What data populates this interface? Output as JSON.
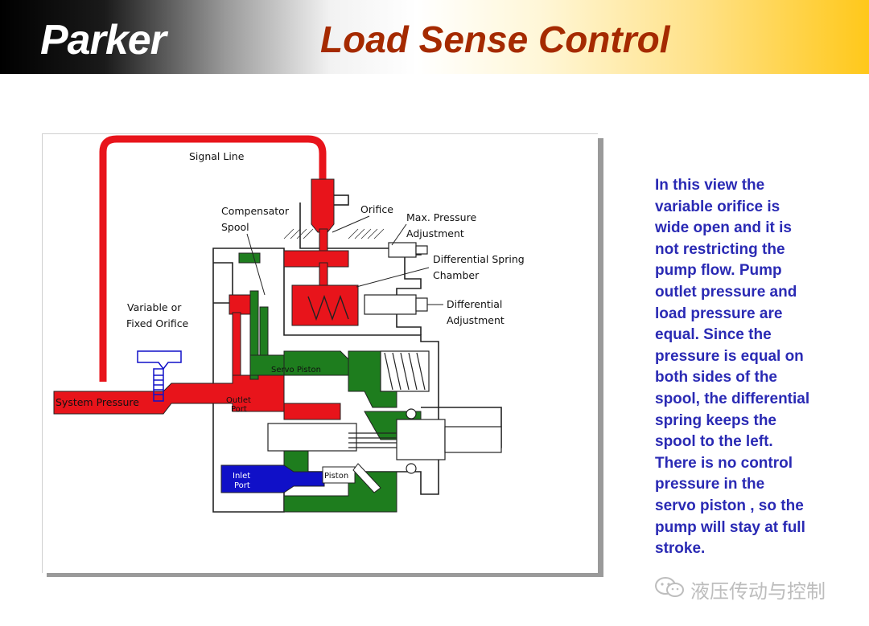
{
  "header": {
    "logo_text": "Parker",
    "title": "Load Sense Control",
    "title_color": "#a52a00"
  },
  "diagram": {
    "labels": {
      "signal_line": "Signal Line",
      "compensator_spool_1": "Compensator",
      "compensator_spool_2": "Spool",
      "orifice": "Orifice",
      "max_pressure_1": "Max. Pressure",
      "max_pressure_2": "Adjustment",
      "diff_spring_1": "Differential Spring",
      "diff_spring_2": "Chamber",
      "variable_orifice_1": "Variable or",
      "variable_orifice_2": "Fixed Orifice",
      "differential_1": "Differential",
      "differential_2": "Adjustment",
      "servo_piston": "Servo Piston",
      "system_pressure": "System Pressure",
      "outlet_port_1": "Outlet",
      "outlet_port_2": "Port",
      "inlet_port_1": "Inlet",
      "inlet_port_2": "Port",
      "piston": "Piston"
    },
    "colors": {
      "pressure": "#e8141b",
      "control": "#1e7d1e",
      "inlet": "#1010c8",
      "outline": "#222222"
    }
  },
  "description": {
    "lines": [
      "In this view the",
      "variable orifice is",
      "wide open and it is",
      "not restricting the",
      "pump flow.  Pump",
      "outlet pressure and",
      "load pressure are",
      "equal.  Since the",
      "pressure is equal on",
      "both sides of the",
      "spool, the differential",
      "spring keeps the",
      "spool to the left.",
      "There is no control",
      "pressure in  the",
      "servo piston , so the",
      "pump will  stay at full",
      "stroke."
    ],
    "color": "#2a2ab4"
  },
  "watermark": {
    "icon": "wechat-icon",
    "text": "液压传动与控制"
  }
}
